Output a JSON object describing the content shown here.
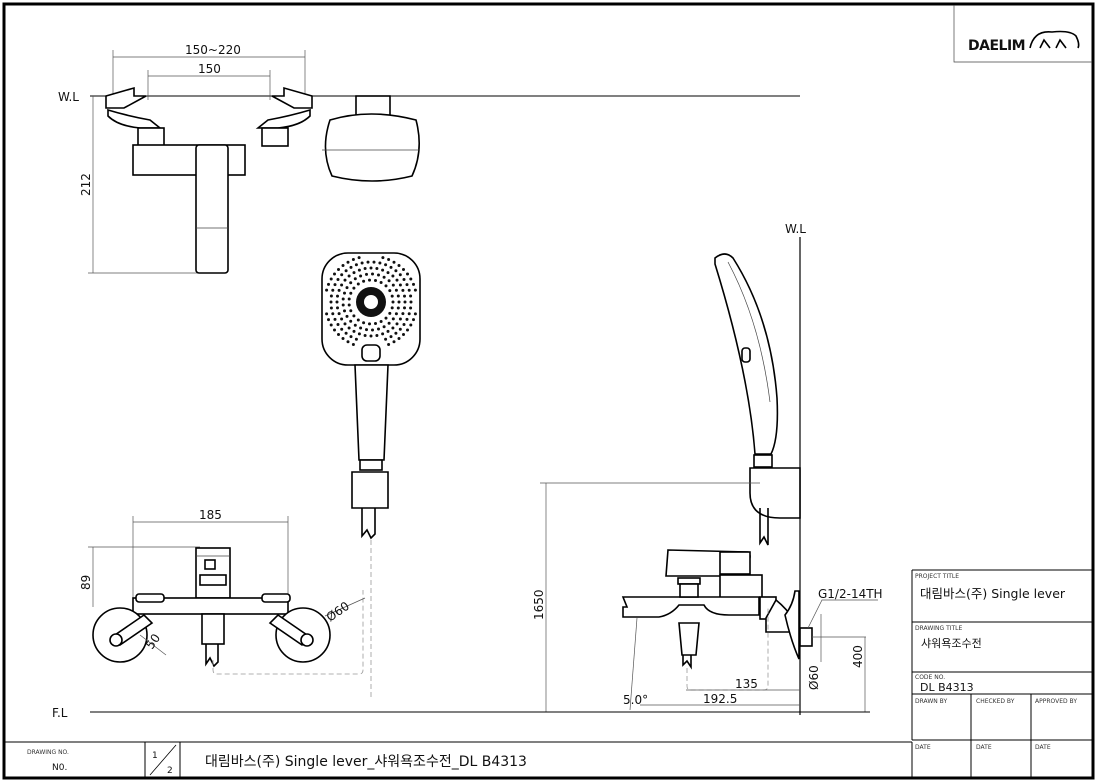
{
  "logo": {
    "text": "DAELIM"
  },
  "labels": {
    "wl_top": "W.L",
    "wl_side": "W.L",
    "fl": "F.L"
  },
  "dimensions": {
    "span_range": "150~220",
    "span": "150",
    "height_top": "212",
    "width_front": "185",
    "height_front": "89",
    "flange_dia_front": "Ø60",
    "offset_front": "50",
    "install_height": "1650",
    "thread": "G1/2-14TH",
    "depth_135": "135",
    "depth_1925": "192.5",
    "angle": "5.0°",
    "flange_dia_side": "Ø60",
    "height_400": "400"
  },
  "title_block": {
    "project_title_label": "PROJECT TITLE",
    "project_title": "대림바스(주) Single lever",
    "drawing_title_label": "DRAWING TITLE",
    "drawing_title": "샤워욕조수전",
    "code_no_label": "CODE NO.",
    "code_no": "DL B4313",
    "drawn_by": "DRAWN BY",
    "checked_by": "CHECKED BY",
    "approved_by": "APPROVED BY",
    "date1": "DATE",
    "date2": "DATE",
    "date3": "DATE"
  },
  "footer": {
    "drawing_no_label": "DRAWING NO.",
    "drawing_no": "N0.",
    "sheet": "1",
    "sheets": "2",
    "title": "대림바스(주) Single lever_샤워욕조수전_DL B4313"
  }
}
